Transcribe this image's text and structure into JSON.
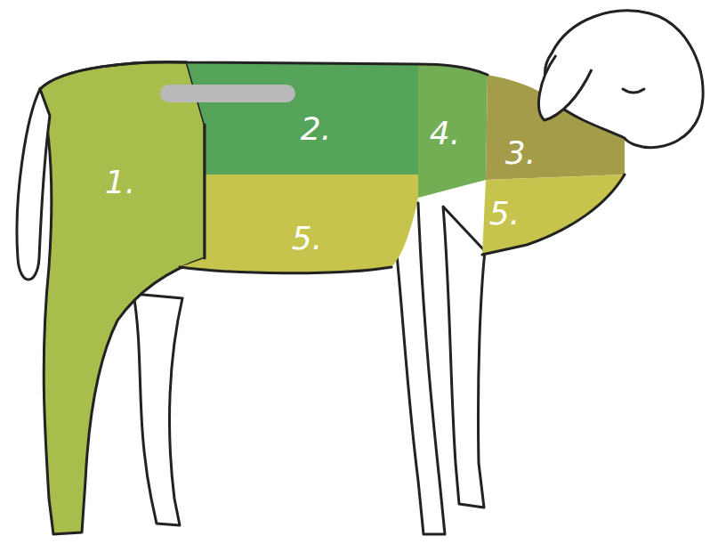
{
  "diagram": {
    "labels": [
      "1.",
      "2.",
      "4.",
      "3.",
      "5.",
      "5."
    ]
  }
}
